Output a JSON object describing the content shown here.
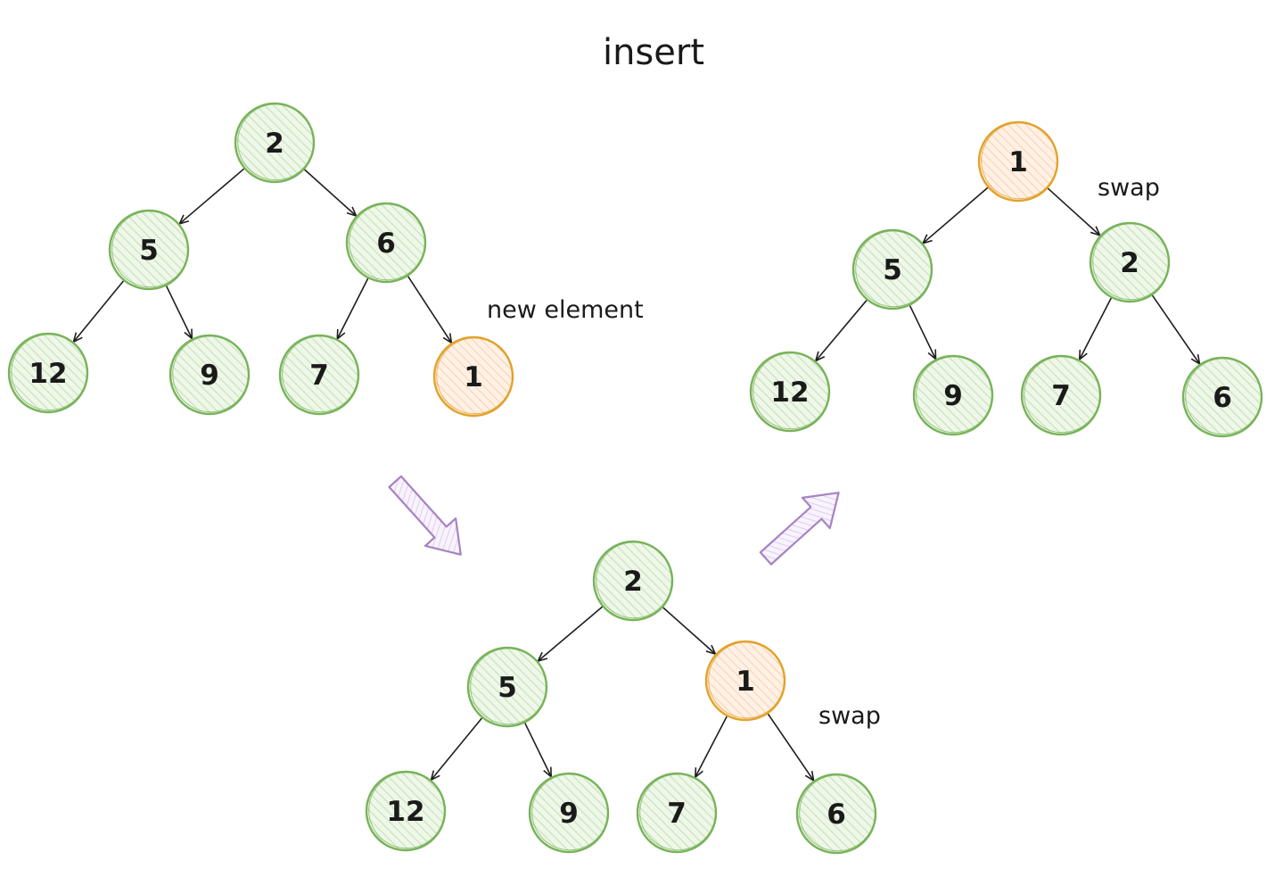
{
  "title": "insert",
  "colors": {
    "normal_fill": "#e4f2dc",
    "normal_stroke": "#78b35a",
    "highlight_fill": "#fde3cc",
    "highlight_stroke": "#e2a22a",
    "step_arrow": "#a783c4",
    "edge": "#1e1e1e"
  },
  "trees": [
    {
      "id": "step-1",
      "annotation": "new element",
      "nodes": [
        {
          "id": "r",
          "value": "2",
          "highlight": false
        },
        {
          "id": "l",
          "value": "5",
          "highlight": false
        },
        {
          "id": "rr",
          "value": "6",
          "highlight": false
        },
        {
          "id": "ll",
          "value": "12",
          "highlight": false
        },
        {
          "id": "lr",
          "value": "9",
          "highlight": false
        },
        {
          "id": "rl",
          "value": "7",
          "highlight": false
        },
        {
          "id": "rrr",
          "value": "1",
          "highlight": true
        }
      ],
      "edges": [
        [
          "r",
          "l"
        ],
        [
          "r",
          "rr"
        ],
        [
          "l",
          "ll"
        ],
        [
          "l",
          "lr"
        ],
        [
          "rr",
          "rl"
        ],
        [
          "rr",
          "rrr"
        ]
      ]
    },
    {
      "id": "step-2",
      "annotation": "swap",
      "nodes": [
        {
          "id": "r",
          "value": "2",
          "highlight": false
        },
        {
          "id": "l",
          "value": "5",
          "highlight": false
        },
        {
          "id": "rr",
          "value": "1",
          "highlight": true
        },
        {
          "id": "ll",
          "value": "12",
          "highlight": false
        },
        {
          "id": "lr",
          "value": "9",
          "highlight": false
        },
        {
          "id": "rl",
          "value": "7",
          "highlight": false
        },
        {
          "id": "rrr",
          "value": "6",
          "highlight": false
        }
      ],
      "edges": [
        [
          "r",
          "l"
        ],
        [
          "r",
          "rr"
        ],
        [
          "l",
          "ll"
        ],
        [
          "l",
          "lr"
        ],
        [
          "rr",
          "rl"
        ],
        [
          "rr",
          "rrr"
        ]
      ]
    },
    {
      "id": "step-3",
      "annotation": "swap",
      "nodes": [
        {
          "id": "r",
          "value": "1",
          "highlight": true
        },
        {
          "id": "l",
          "value": "5",
          "highlight": false
        },
        {
          "id": "rr",
          "value": "2",
          "highlight": false
        },
        {
          "id": "ll",
          "value": "12",
          "highlight": false
        },
        {
          "id": "lr",
          "value": "9",
          "highlight": false
        },
        {
          "id": "rl",
          "value": "7",
          "highlight": false
        },
        {
          "id": "rrr",
          "value": "6",
          "highlight": false
        }
      ],
      "edges": [
        [
          "r",
          "l"
        ],
        [
          "r",
          "rr"
        ],
        [
          "l",
          "ll"
        ],
        [
          "l",
          "lr"
        ],
        [
          "rr",
          "rl"
        ],
        [
          "rr",
          "rrr"
        ]
      ]
    }
  ]
}
